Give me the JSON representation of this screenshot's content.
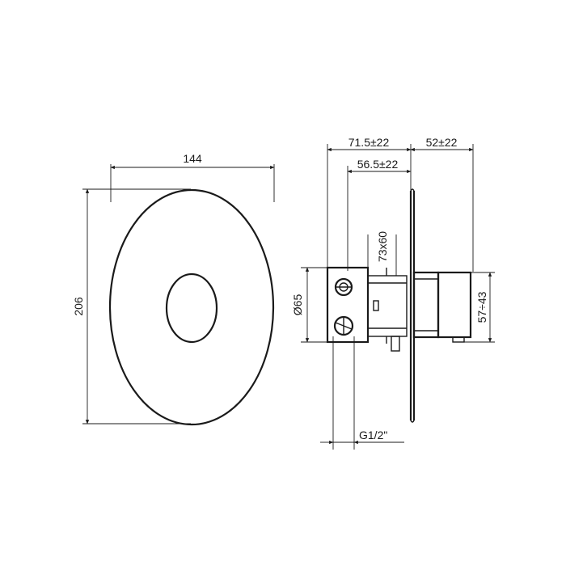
{
  "front_view": {
    "width_label": "144",
    "height_label": "206"
  },
  "side_view": {
    "dim_total_left": "71.5±22",
    "dim_right": "52±22",
    "dim_inner": "56.5±22",
    "dim_box": "73x60",
    "dim_diameter": "Ø65",
    "dim_handle": "57÷43",
    "thread_label": "G1/2\""
  }
}
